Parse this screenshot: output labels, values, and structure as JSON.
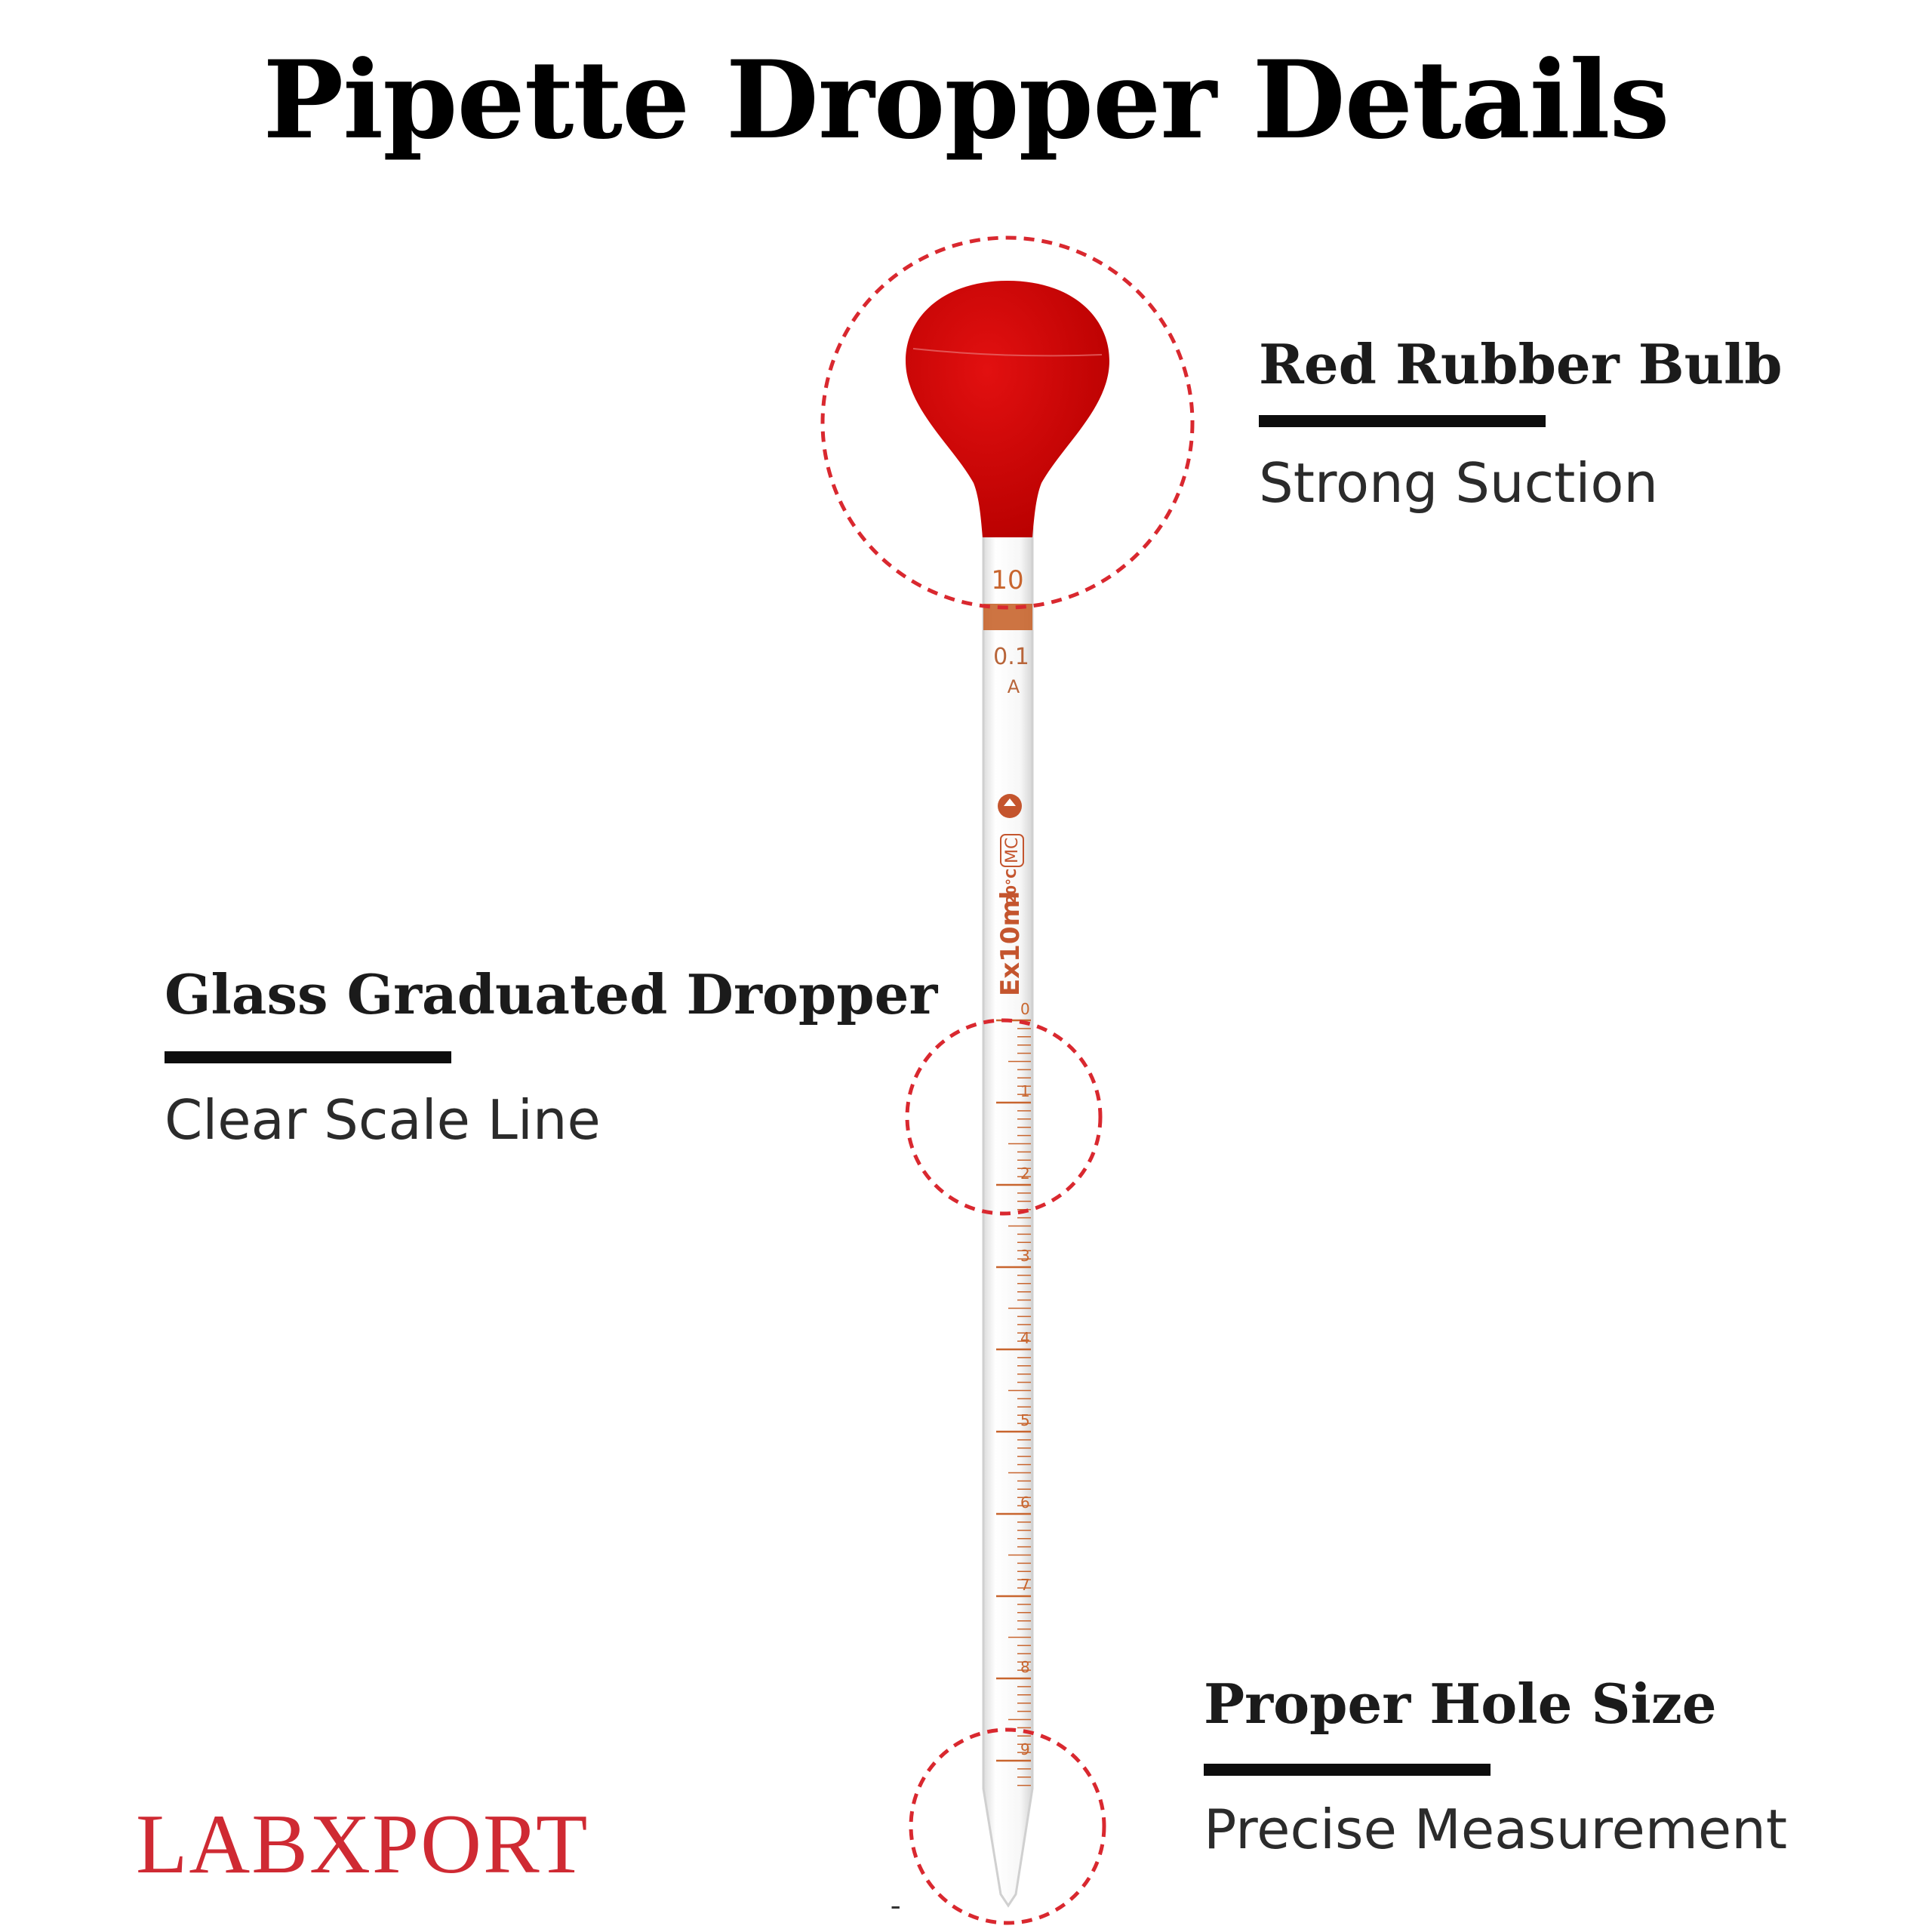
{
  "title": "Pipette Dropper Details",
  "features": {
    "bulb": {
      "title": "Red Rubber Bulb",
      "subtitle": "Strong Suction"
    },
    "scale": {
      "title": "Glass Graduated Dropper",
      "subtitle": "Clear Scale Line"
    },
    "tip": {
      "title": "Proper Hole Size",
      "subtitle": "Precise Measurement"
    }
  },
  "brand": "LABXPORT",
  "pipette": {
    "top_number": "10",
    "resolution": "0.1",
    "class": "A",
    "spec": "Ex10ml",
    "temperature": "20°C",
    "mark": "MC",
    "scale_labels": [
      "0",
      "1",
      "2",
      "3",
      "4",
      "5",
      "6",
      "7",
      "8",
      "9"
    ]
  },
  "footer_mark": "-",
  "colors": {
    "bulb": "#c40000",
    "scale": "#c8652e",
    "callout_circle": "#d9282f",
    "brand": "#cf2a33"
  }
}
